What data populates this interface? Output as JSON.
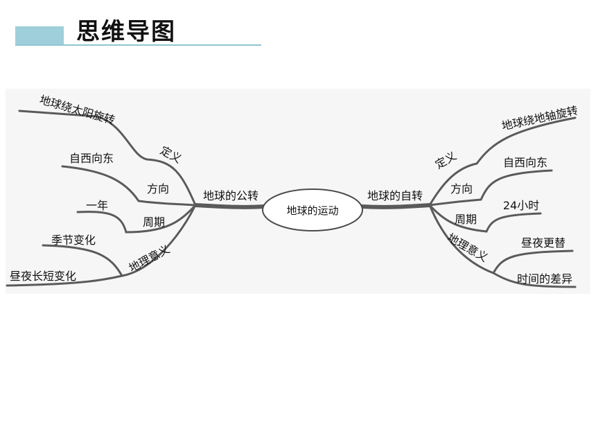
{
  "title": "思维导图",
  "mindmap": {
    "center": "地球的运动",
    "left": {
      "label": "地球的公转",
      "branches": [
        {
          "label": "定义",
          "leaves": [
            "地球绕太阳旋转"
          ]
        },
        {
          "label": "方向",
          "leaves": [
            "自西向东"
          ]
        },
        {
          "label": "周期",
          "leaves": [
            "一年"
          ]
        },
        {
          "label": "地理意义",
          "leaves": [
            "季节变化",
            "昼夜长短变化"
          ]
        }
      ]
    },
    "right": {
      "label": "地球的自转",
      "branches": [
        {
          "label": "定义",
          "leaves": [
            "地球绕地轴旋转"
          ]
        },
        {
          "label": "方向",
          "leaves": [
            "自西向东"
          ]
        },
        {
          "label": "周期",
          "leaves": [
            "24小时"
          ]
        },
        {
          "label": "地理意义",
          "leaves": [
            "昼夜更替",
            "时间的差异"
          ]
        }
      ]
    }
  }
}
